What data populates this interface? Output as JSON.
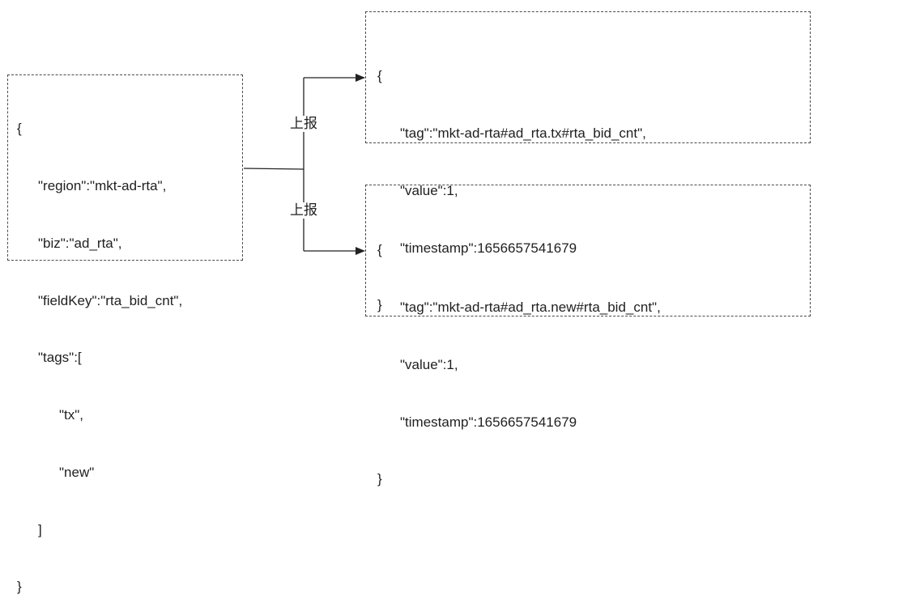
{
  "source_box": {
    "lines": [
      "{",
      "\"region\":\"mkt-ad-rta\",",
      "\"biz\":\"ad_rta\",",
      "\"fieldKey\":\"rta_bid_cnt\",",
      "\"tags\":[",
      "\"tx\",",
      "\"new\"",
      "]",
      "}"
    ]
  },
  "target_top": {
    "lines": [
      "{",
      "\"tag\":\"mkt-ad-rta#ad_rta.tx#rta_bid_cnt\",",
      "\"value\":1,",
      "\"timestamp\":1656657541679",
      "}"
    ]
  },
  "target_bottom": {
    "lines": [
      "{",
      "\"tag\":\"mkt-ad-rta#ad_rta.new#rta_bid_cnt\",",
      "\"value\":1,",
      "\"timestamp\":1656657541679",
      "}"
    ]
  },
  "edges": {
    "top_label": "上报",
    "bottom_label": "上报"
  }
}
